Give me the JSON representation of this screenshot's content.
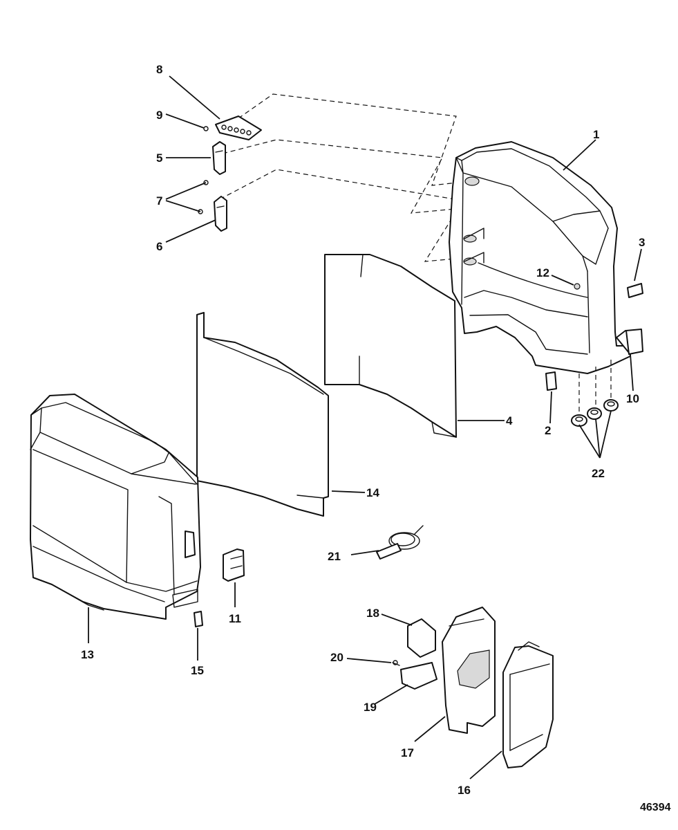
{
  "diagram": {
    "reference_number": "46394",
    "callouts": {
      "c1": "1",
      "c2": "2",
      "c3": "3",
      "c4": "4",
      "c5": "5",
      "c6": "6",
      "c7": "7",
      "c8": "8",
      "c9": "9",
      "c10": "10",
      "c11": "11",
      "c12": "12",
      "c13": "13",
      "c14": "14",
      "c15": "15",
      "c16": "16",
      "c17": "17",
      "c18": "18",
      "c19": "19",
      "c20": "20",
      "c21": "21",
      "c22": "22"
    }
  }
}
